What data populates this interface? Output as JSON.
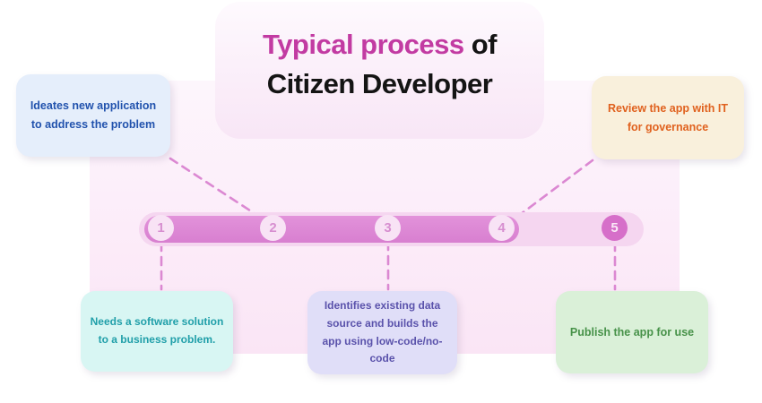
{
  "title": {
    "highlight": "Typical process",
    "suffix": " of",
    "line2": "Citizen Developer"
  },
  "timeline": {
    "steps": [
      {
        "label": "1"
      },
      {
        "label": "2"
      },
      {
        "label": "3"
      },
      {
        "label": "4"
      },
      {
        "label": "5"
      }
    ],
    "filled_through_step": 4
  },
  "callouts": {
    "ideate": {
      "text": "Ideates new application to address the problem",
      "connects_to_step": "2"
    },
    "review": {
      "text": "Review the app with IT for governance",
      "connects_to_step": "4"
    },
    "need": {
      "text": "Needs a software solution to a business problem.",
      "connects_to_step": "1"
    },
    "build": {
      "text": "Identifies existing data source and builds the app using low-code/no-code",
      "connects_to_step": "3"
    },
    "publish": {
      "text": "Publish the app for use",
      "connects_to_step": "5"
    }
  },
  "colors": {
    "title_highlight": "#c23ba2",
    "title_text": "#141414",
    "backdrop": "#fcecf9",
    "bar_track": "#f5d6f0",
    "bar_fill": "#d87fd0",
    "step_circle_bg": "#f8e3f5",
    "step_circle_text": "#d78fd0",
    "step5_circle_bg": "#d66fc9",
    "step5_circle_text": "#fae9f7",
    "connector": "#db88d2",
    "ideate_bg": "#e5eefb",
    "ideate_text": "#2152ad",
    "review_bg": "#f9f0dc",
    "review_text": "#e0611e",
    "need_bg": "#d8f6f3",
    "need_text": "#209fa9",
    "build_bg": "#e0def8",
    "build_text": "#5a52ab",
    "publish_bg": "#daf0d8",
    "publish_text": "#479249"
  }
}
